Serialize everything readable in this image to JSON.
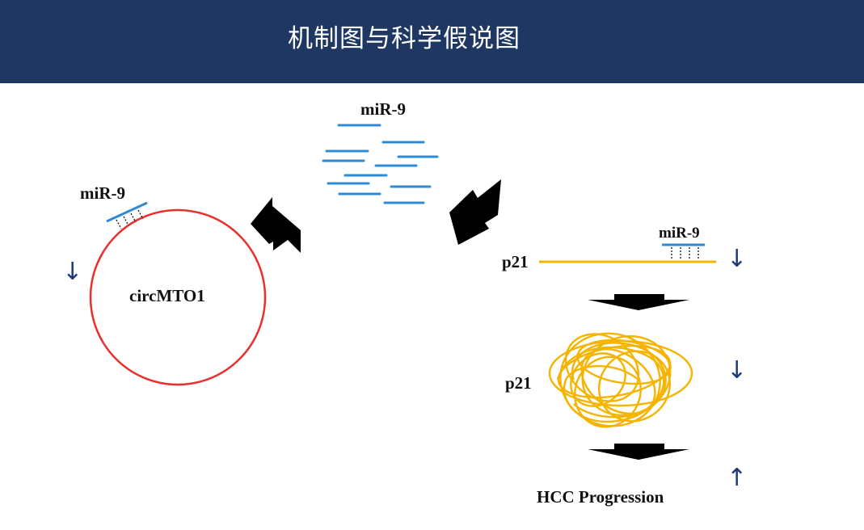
{
  "header": {
    "title": "机制图与科学假说图",
    "background": "#1f3763"
  },
  "labels": {
    "mirna_bound_circ": "miR-9",
    "circ_name": "circMTO1",
    "mirna_free": "miR-9",
    "mirna_bound_p21": "miR-9",
    "p21_mrna": "p21",
    "p21_protein": "p21",
    "outcome": "HCC Progression"
  },
  "trend_arrows": {
    "circ": "↓",
    "p21_mrna": "↓",
    "p21_protein": "↓",
    "outcome": "↑"
  },
  "colors": {
    "circ_ring": "#e8312e",
    "mirna": "#2f8ad6",
    "p21": "#f5b400",
    "trend_arrow": "#1f3a78",
    "block_arrow": "#000000"
  }
}
